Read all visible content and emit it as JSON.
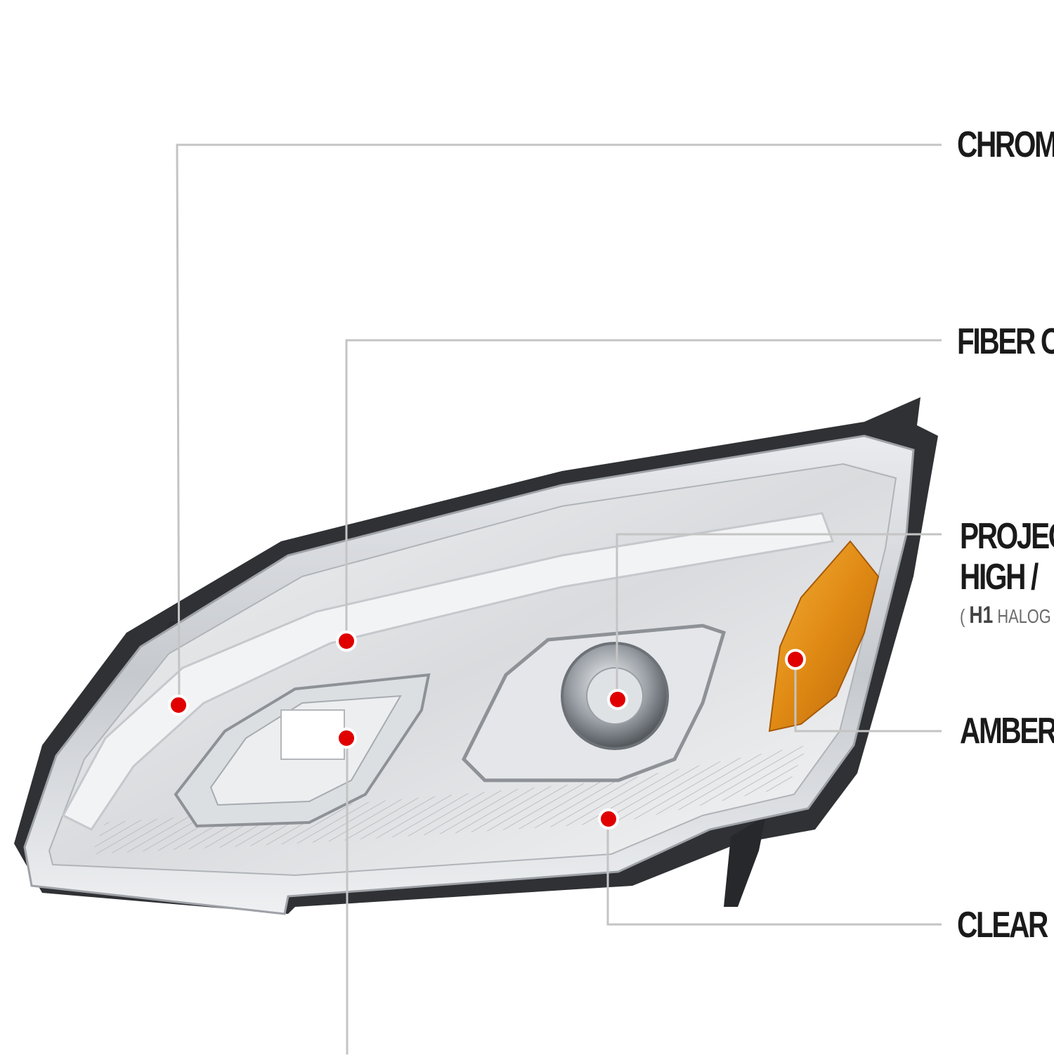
{
  "callouts": {
    "chrome": "CHROM",
    "fiber": "FIBER O",
    "projector_line1": "PROJEC",
    "projector_line2": "HIGH /",
    "projector_note_open": "(",
    "projector_note_bulb": "H1",
    "projector_note_rest": "HALOG",
    "amber": "AMBER",
    "clear": "CLEAR I"
  },
  "colors": {
    "leader_line": "#c4c4c4",
    "dot": "#e00000",
    "amber_lens": "#e8961a",
    "housing_dark": "#2e2e2e",
    "chrome": "#c9ccd0"
  }
}
